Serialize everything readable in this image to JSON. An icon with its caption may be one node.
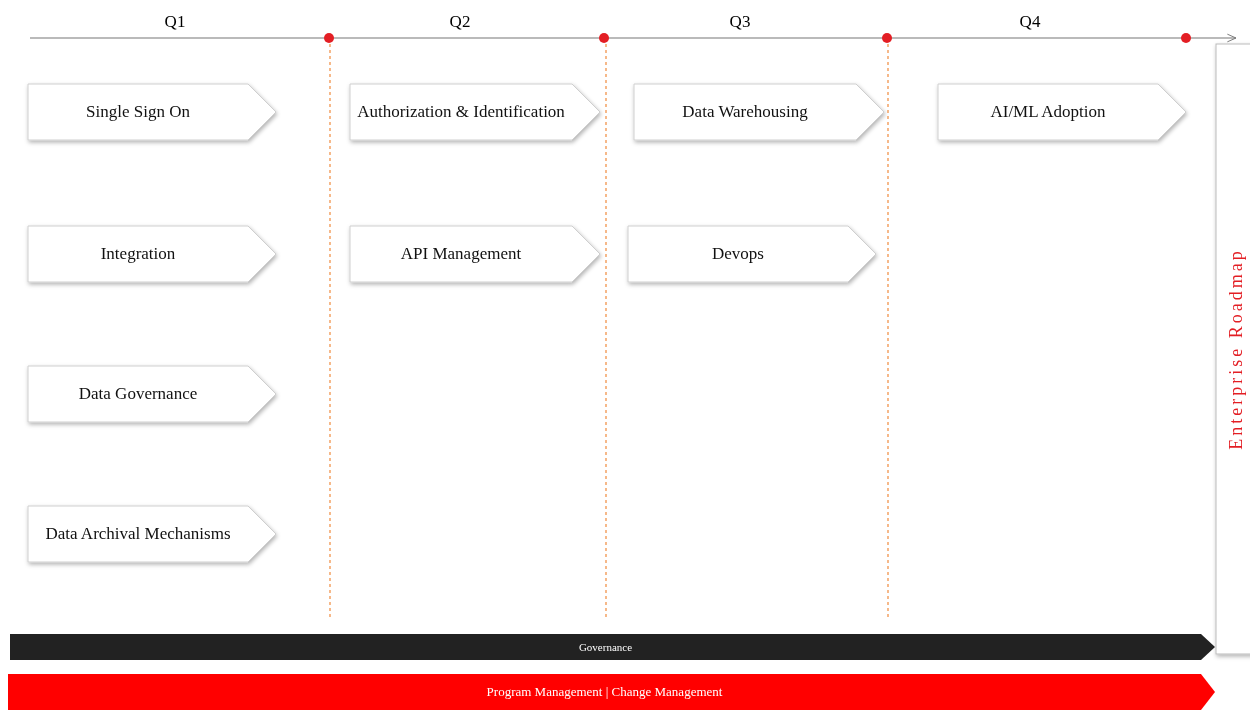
{
  "diagram": {
    "nodes": [
      {
        "text": [
          "Single Sign On"
        ]
      },
      {
        "text": [
          "Integration"
        ]
      },
      {
        "text": [
          "Data Governance"
        ]
      },
      {
        "text": [
          "Data Archival Mechanisms"
        ]
      },
      {
        "text": [
          "Authorization & Identification"
        ]
      },
      {
        "text": [
          "API Management"
        ]
      },
      {
        "text": [
          "Data Warehousing"
        ]
      },
      {
        "text": [
          "Devops"
        ]
      },
      {
        "text": [
          "AI/ML Adoption"
        ]
      },
      {
        "text": [
          "Governance"
        ]
      },
      {
        "text": [
          "Program Management | Change Management"
        ]
      },
      {
        "text": [
          "Enterprise Roadmap"
        ]
      }
    ],
    "labels": [
      "Q1",
      "Q2",
      "Q3",
      "Q4"
    ]
  }
}
